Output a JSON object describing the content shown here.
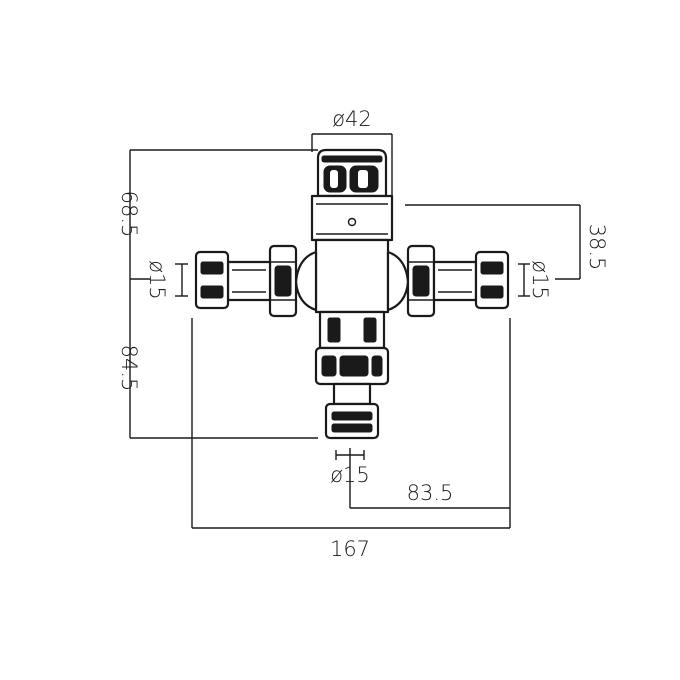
{
  "diagram": {
    "dimensions": {
      "top_diameter": "ø42",
      "total_height": "68.5",
      "top_offset": "38.5",
      "left_inlet": "ø15",
      "right_inlet": "ø15",
      "lower_height": "84.5",
      "bottom_outlet": "ø15",
      "half_width": "83.5",
      "total_width": "167"
    }
  }
}
